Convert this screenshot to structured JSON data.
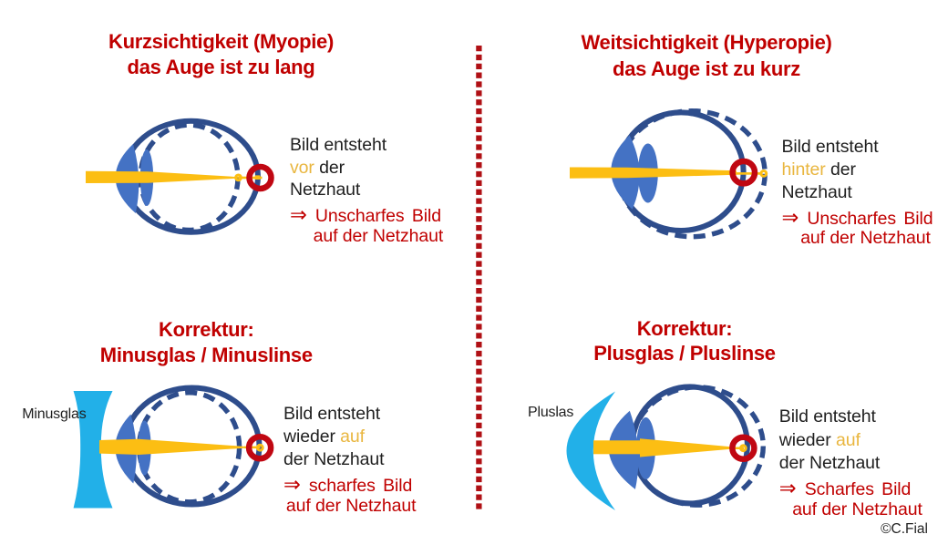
{
  "colors": {
    "red": "#C00000",
    "ringred": "#C00712",
    "sepred": "#B01015",
    "black": "#1F1F1F",
    "gold": "#FCBE13",
    "goldtext": "#E9B63F",
    "eyeline": "#2E4D8C",
    "eyefill": "#4472C4",
    "cyan": "#22B0E8",
    "background": "#FFFFFF"
  },
  "panels": {
    "myopia": {
      "title1": "Kurzsichtigkeit (Myopie)",
      "title2": "das Auge ist zu lang",
      "note": {
        "l1": "Bild entsteht",
        "l2_pre": "",
        "l2_hl": "vor",
        "l2_post": " der",
        "l3": "Netzhaut",
        "l4_arrow": "⇒ ",
        "l4": "Unscharfes Bild",
        "l5": "auf der Netzhaut"
      }
    },
    "hyperopia": {
      "title1": "Weitsichtigkeit (Hyperopie)",
      "title2": "das Auge ist zu kurz",
      "note": {
        "l1": "Bild entsteht",
        "l2_pre": "",
        "l2_hl": "hinter",
        "l2_post": " der",
        "l3": "Netzhaut",
        "l4_arrow": "⇒ ",
        "l4": "Unscharfes Bild",
        "l5": "auf der Netzhaut"
      }
    },
    "minus": {
      "title1": "Korrektur:",
      "title2": "Minusglas / Minuslinse",
      "lens_label": "Minusglas",
      "note": {
        "l1": "Bild entsteht",
        "l2_pre": "wieder ",
        "l2_hl": "auf",
        "l2_post": "",
        "l3": "der Netzhaut",
        "l4_arrow": "⇒ ",
        "l4": "scharfes Bild",
        "l5": "auf der Netzhaut"
      }
    },
    "plus": {
      "title1": "Korrektur:",
      "title2": "Plusglas / Pluslinse",
      "lens_label": "Pluslas",
      "note": {
        "l1": "Bild entsteht",
        "l2_pre": "wieder ",
        "l2_hl": "auf",
        "l2_post": "",
        "l3": "der Netzhaut",
        "l4_arrow": "⇒ ",
        "l4": "Scharfes Bild",
        "l5": "auf der Netzhaut"
      }
    }
  },
  "credit": "©C.Fial"
}
